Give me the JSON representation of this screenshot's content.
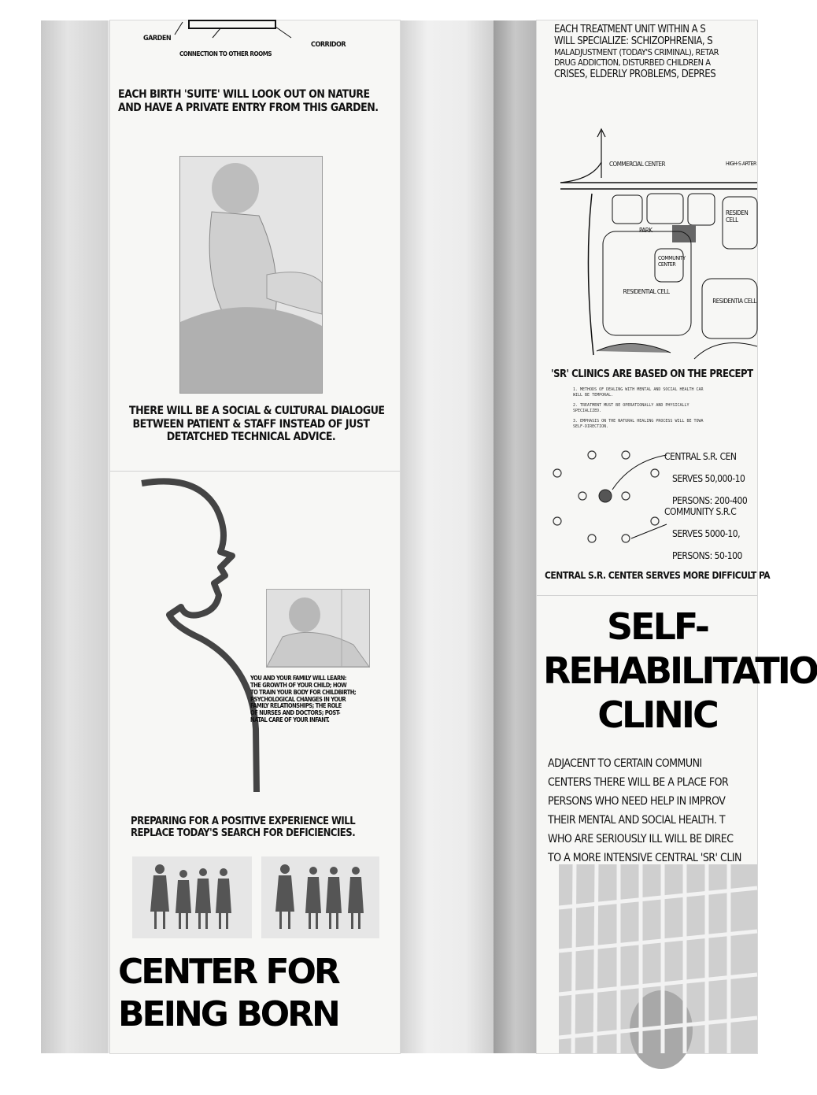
{
  "left_panel": {
    "diagram_labels": {
      "garden": "GARDEN",
      "connection": "CONNECTION TO OTHER ROOMS",
      "corridor": "CORRIDOR"
    },
    "birth_suite_lines": [
      "EACH BIRTH 'SUITE' WILL LOOK OUT ON NATURE",
      "AND HAVE A PRIVATE ENTRY FROM THIS GARDEN."
    ],
    "dialogue_lines": [
      "THERE WILL BE A SOCIAL & CULTURAL DIALOGUE",
      "BETWEEN PATIENT & STAFF INSTEAD OF JUST",
      "DETATCHED TECHNICAL ADVICE."
    ],
    "family_lines": [
      "YOU AND YOUR FAMILY WILL LEARN:",
      "THE GROWTH OF YOUR CHILD; HOW",
      "TO TRAIN YOUR BODY FOR CHILDBIRTH;",
      "PSYCHOLOGICAL CHANGES IN YOUR",
      "FAMILY RELATIONSHIPS; THE ROLE",
      "OF NURSES AND DOCTORS; POST-",
      "NATAL CARE OF YOUR INFANT."
    ],
    "positive_lines": [
      "PREPARING FOR A POSITIVE EXPERIENCE WILL",
      "REPLACE TODAY'S SEARCH FOR DEFICIENCIES."
    ],
    "title_lines": [
      "CENTER FOR",
      "BEING BORN"
    ]
  },
  "right_panel": {
    "top_lines": [
      "EACH TREATMENT UNIT WITHIN A S",
      "WILL SPECIALIZE: SCHIZOPHRENIA, S",
      "MALADJUSTMENT (TODAY'S CRIMINAL), RETAR",
      "DRUG ADDICTION, DISTURBED CHILDREN A",
      "CRISES, ELDERLY PROBLEMS, DEPRES"
    ],
    "map_labels": {
      "commercial": "COMMERCIAL CENTER",
      "artery": "HIGH-S ARTER",
      "park": "PARK",
      "community": "COMMUNITY CENTER",
      "residential_left": "RESIDENTIAL CELL",
      "residential_right_top": "RESIDEN CELL",
      "residential_right_bottom": "RESIDENTIA CELL"
    },
    "precept_heading": "'SR' CLINICS ARE BASED ON THE PRECEPT",
    "precepts": [
      "1.  METHODS OF DEALING WITH MENTAL AND SOCIAL HEALTH CAR",
      "    WILL BE TEMPORAL.",
      "2.  TREATMENT MUST BE OPERATIONALLY AND PHYSICALLY",
      "    SPECIALIZED.",
      "3.  EMPHASIS ON THE NATURAL HEALING PROCESS WILL BE TOWA",
      "    SELF-DIRECTION."
    ],
    "central_lines": [
      "CENTRAL S.R. CEN",
      "SERVES 50,000-10",
      "PERSONS: 200-400"
    ],
    "community_lines": [
      "COMMUNITY S.R.C",
      "SERVES 5000-10,",
      "PERSONS: 50-100"
    ],
    "central_serves": "CENTRAL S.R. CENTER SERVES MORE DIFFICULT PA",
    "title_lines": [
      "SELF-",
      "REHABILITATIO",
      "CLINIC"
    ],
    "adjacent_lines": [
      "ADJACENT TO CERTAIN COMMUNI",
      "CENTERS THERE WILL BE A PLACE FOR",
      "PERSONS WHO NEED HELP IN IMPROV",
      "THEIR MENTAL AND SOCIAL HEALTH. T",
      "WHO ARE SERIOUSLY ILL WILL BE DIREC",
      "TO A MORE INTENSIVE CENTRAL 'SR' CLIN"
    ]
  }
}
